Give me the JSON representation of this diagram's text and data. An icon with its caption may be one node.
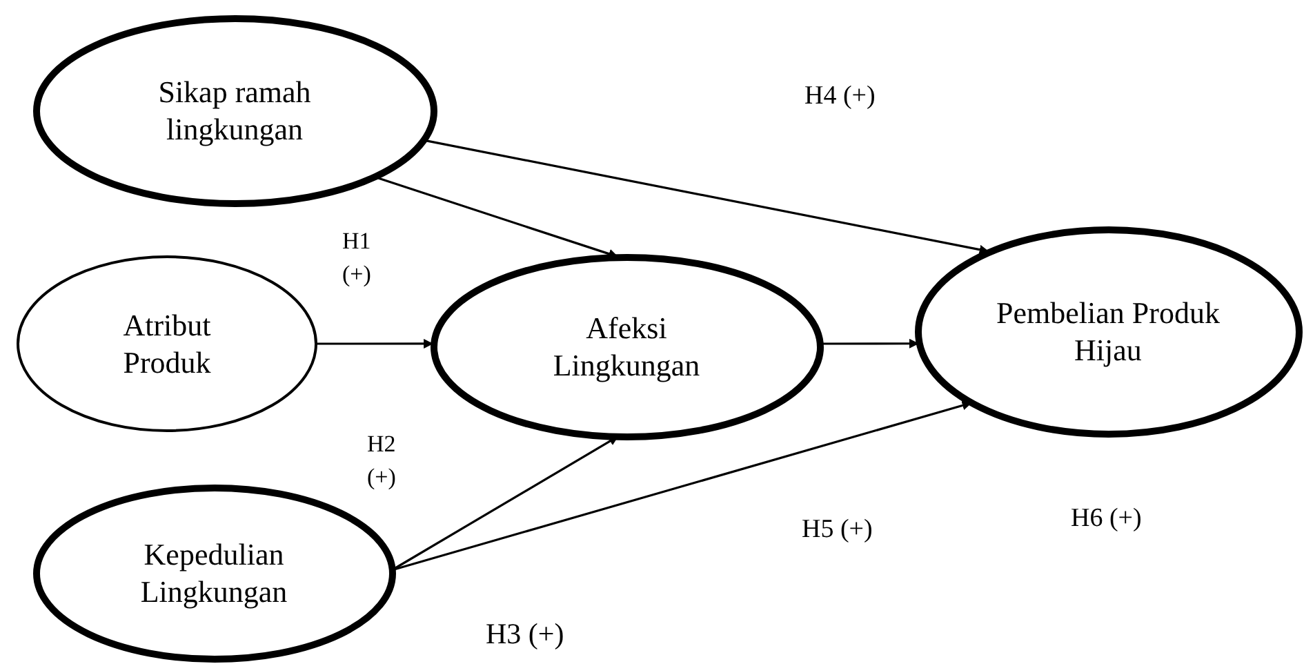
{
  "diagram": {
    "nodes": [
      {
        "text": [
          "Sikap ramah lingkungan"
        ]
      },
      {
        "text": [
          "Atribut Produk"
        ]
      },
      {
        "text": [
          "Afeksi Lingkungan"
        ]
      },
      {
        "text": [
          "Pembelian Produk Hijau"
        ]
      },
      {
        "text": [
          "Kepedulian Lingkungan"
        ]
      }
    ],
    "edges": [
      {
        "from": 0,
        "to": 2,
        "arrow": "to"
      },
      {
        "from": 0,
        "to": 3,
        "arrow": "to"
      },
      {
        "from": 1,
        "to": 2,
        "arrow": "to"
      },
      {
        "from": 2,
        "to": 3,
        "arrow": "to"
      },
      {
        "from": 4,
        "to": 2,
        "arrow": "to"
      },
      {
        "from": 4,
        "to": 3,
        "arrow": "to"
      }
    ],
    "labels": [
      "H4 (+)",
      "H1 (+)",
      "H2 (+)",
      "H5 (+)",
      "H6 (+)",
      "H3 (+)"
    ]
  }
}
